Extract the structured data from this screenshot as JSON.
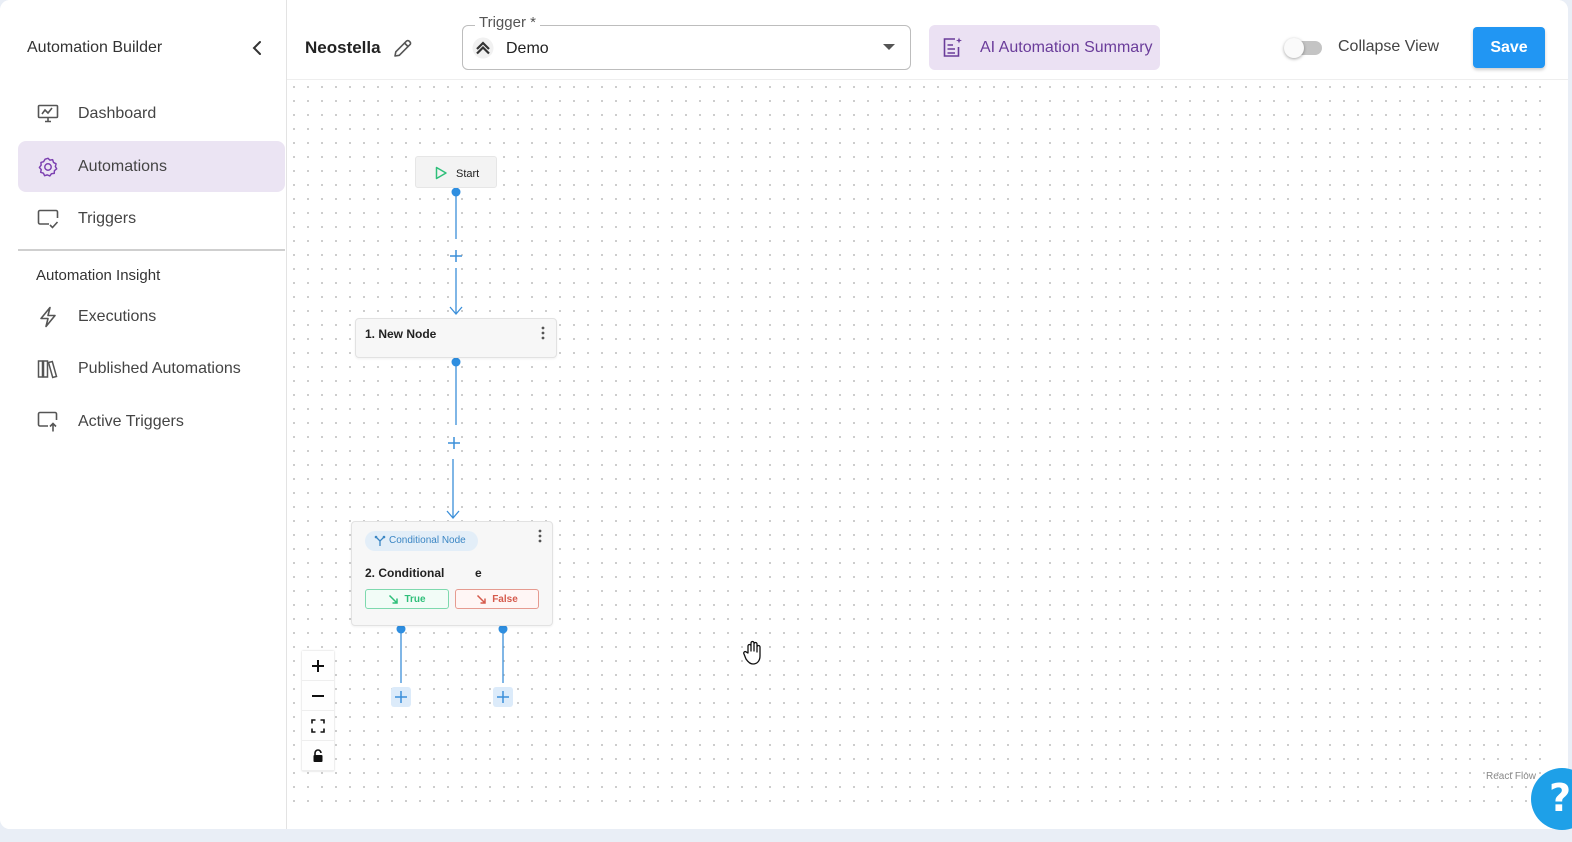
{
  "sidebar": {
    "title": "Automation Builder",
    "items": [
      {
        "label": "Dashboard",
        "icon": "monitor-icon"
      },
      {
        "label": "Automations",
        "icon": "gear-icon",
        "active": true
      },
      {
        "label": "Triggers",
        "icon": "trigger-icon"
      }
    ],
    "section_title": "Automation Insight",
    "insight_items": [
      {
        "label": "Executions",
        "icon": "lightning-icon"
      },
      {
        "label": "Published Automations",
        "icon": "books-icon"
      },
      {
        "label": "Active Triggers",
        "icon": "active-trigger-icon"
      }
    ]
  },
  "header": {
    "flow_name": "Neostella",
    "trigger_label": "Trigger *",
    "trigger_value": "Demo",
    "ai_summary_label": "AI Automation Summary",
    "collapse_label": "Collapse View",
    "collapse_on": false,
    "save_label": "Save"
  },
  "canvas": {
    "start_label": "Start",
    "node1_title": "1. New Node",
    "node2_badge": "Conditional Node",
    "node2_title_visible": "2. Conditional",
    "node2_title_tail": "e",
    "true_label": "True",
    "false_label": "False",
    "attribution": "React Flow",
    "help_label": "?"
  },
  "colors": {
    "accent": "#2196f3",
    "edge": "#3b8fd9",
    "active_nav_bg": "#ebe4f3",
    "true_green": "#2fbf7a",
    "false_red": "#d55a4c"
  }
}
